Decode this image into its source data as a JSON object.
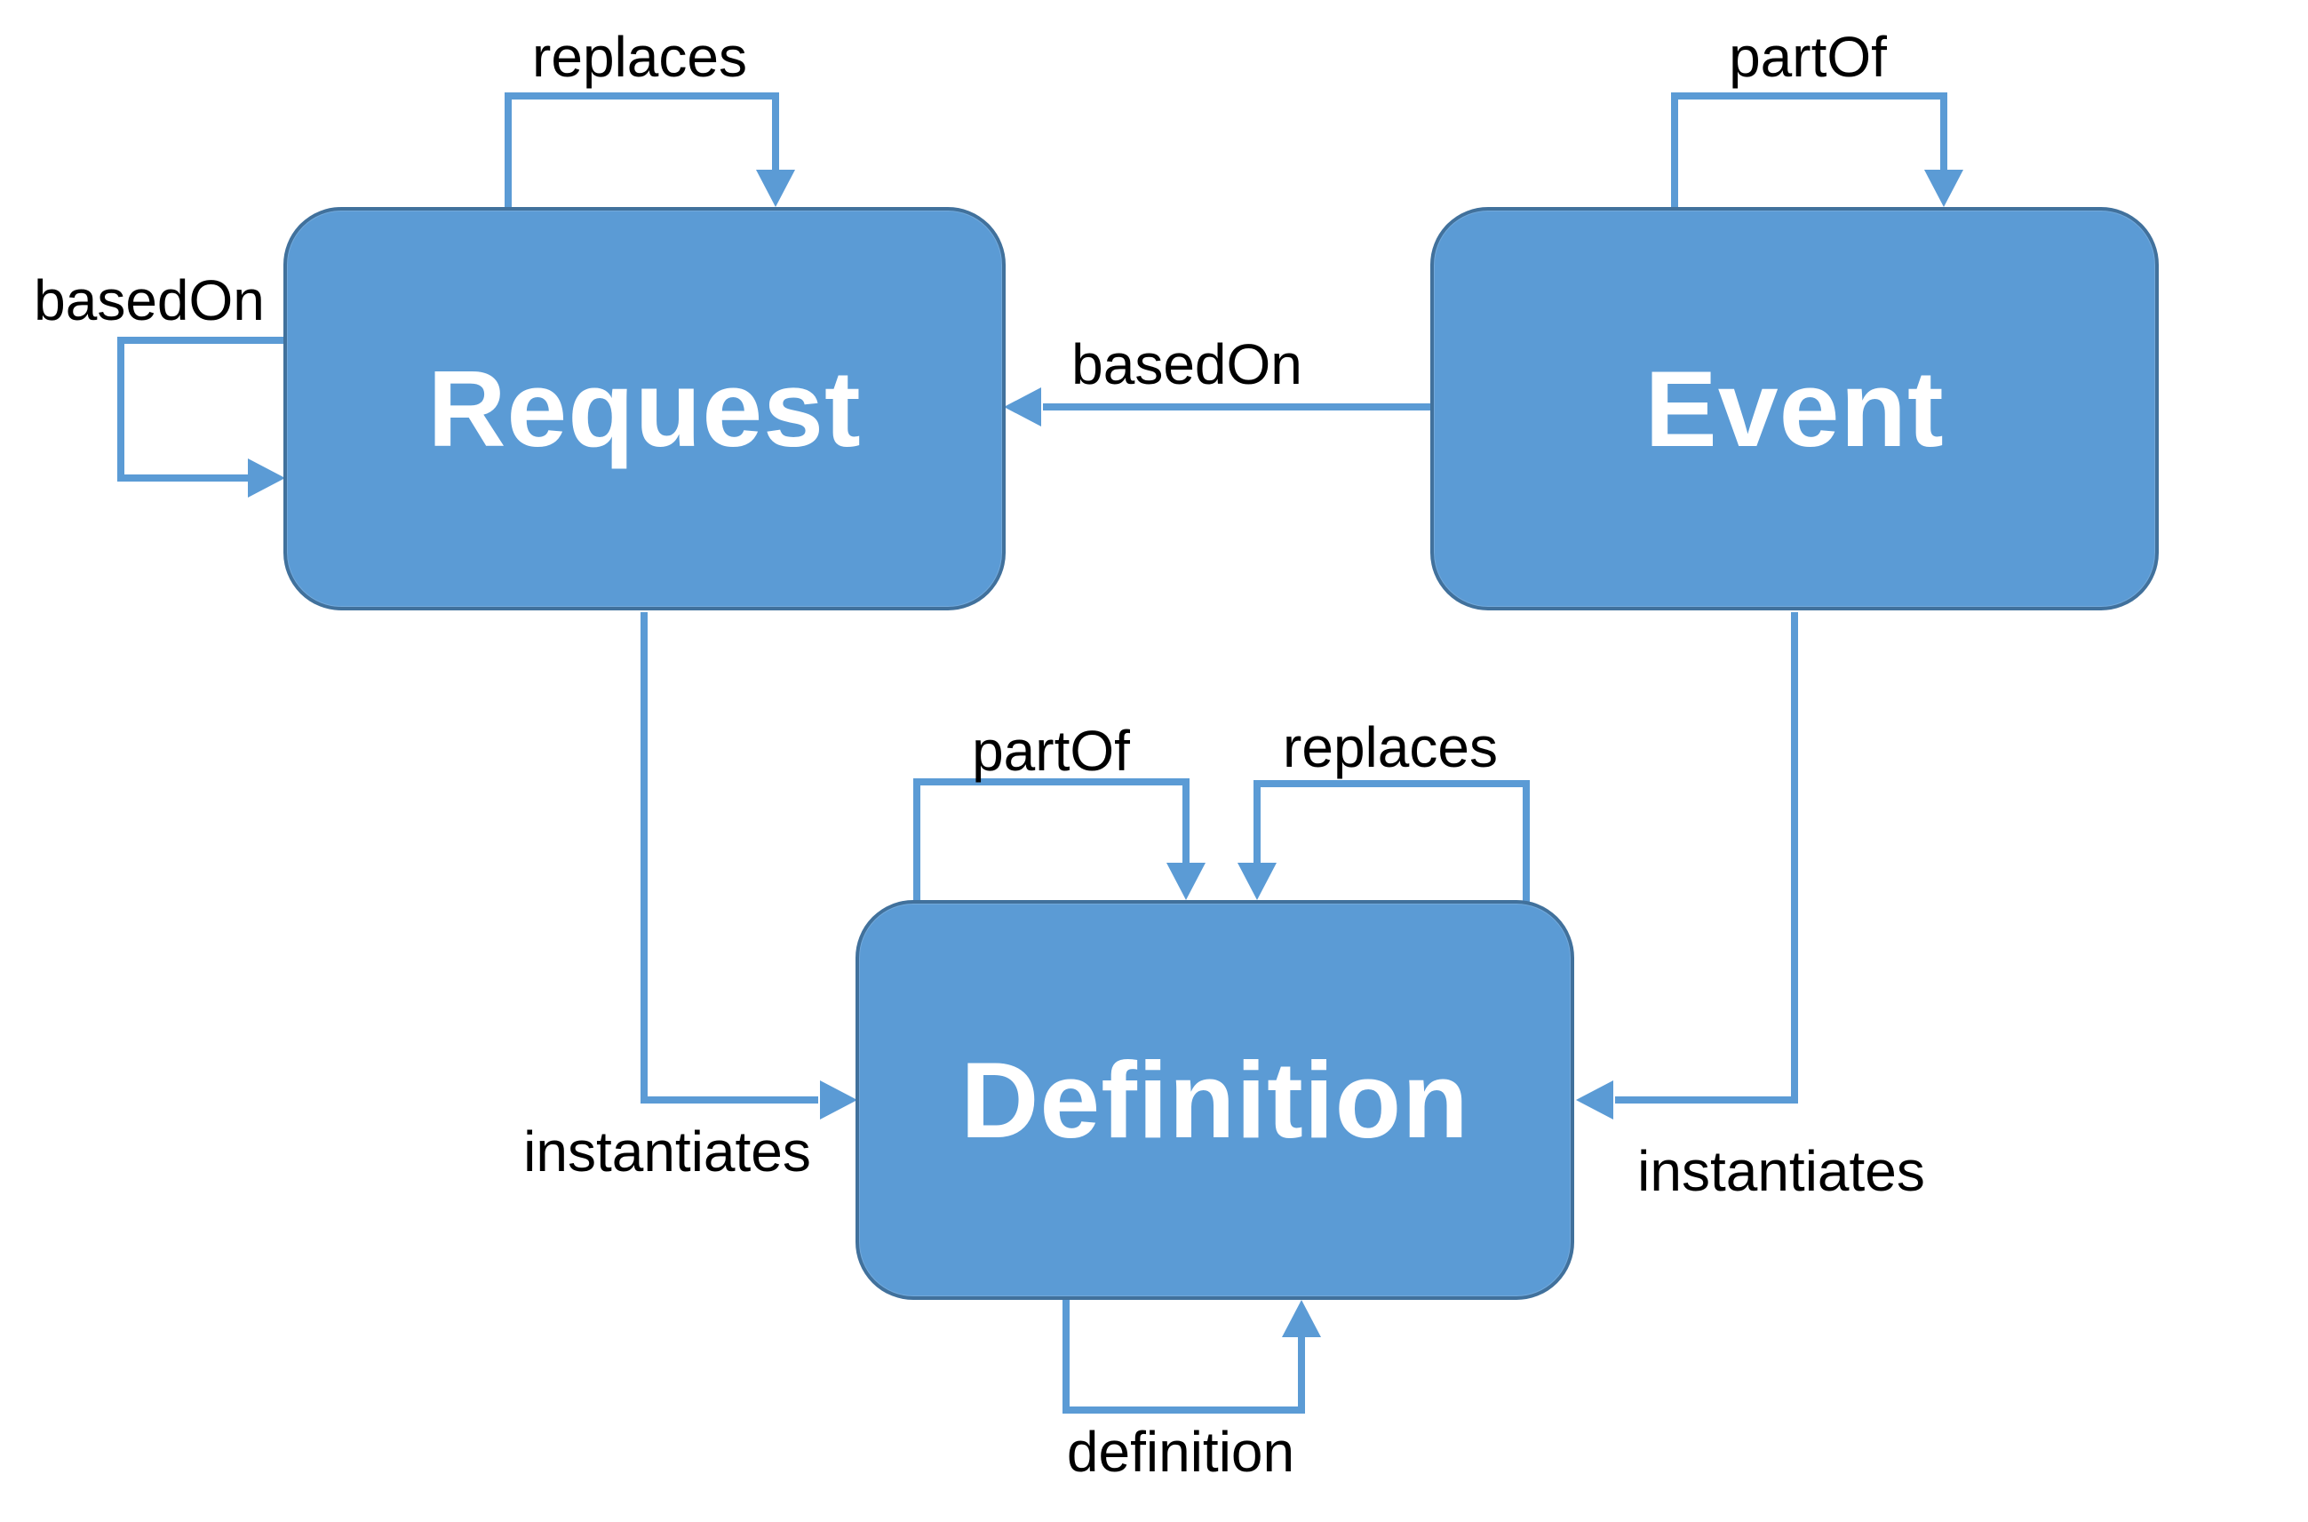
{
  "colors": {
    "node_fill": "#5B9BD5",
    "node_border": "#41719C",
    "arrow": "#5B9BD5",
    "node_text": "#FFFFFF",
    "label_text": "#000000",
    "background": "#FFFFFF"
  },
  "diagram": {
    "type": "entity-relationship-diagram",
    "nodes": [
      {
        "id": "request",
        "label": "Request"
      },
      {
        "id": "event",
        "label": "Event"
      },
      {
        "id": "definition",
        "label": "Definition"
      }
    ],
    "edges": [
      {
        "id": "request-replaces-self",
        "label": "replaces",
        "from": "Request",
        "to": "Request"
      },
      {
        "id": "request-basedon-self",
        "label": "basedOn",
        "from": "Request",
        "to": "Request"
      },
      {
        "id": "event-partof-self",
        "label": "partOf",
        "from": "Event",
        "to": "Event"
      },
      {
        "id": "event-basedon-request",
        "label": "basedOn",
        "from": "Event",
        "to": "Request"
      },
      {
        "id": "request-instantiates-definition",
        "label": "instantiates",
        "from": "Request",
        "to": "Definition"
      },
      {
        "id": "event-instantiates-definition",
        "label": "instantiates",
        "from": "Event",
        "to": "Definition"
      },
      {
        "id": "definition-partof-self",
        "label": "partOf",
        "from": "Definition",
        "to": "Definition"
      },
      {
        "id": "definition-replaces-self",
        "label": "replaces",
        "from": "Definition",
        "to": "Definition"
      },
      {
        "id": "definition-definition-self",
        "label": "definition",
        "from": "Definition",
        "to": "Definition"
      }
    ]
  }
}
